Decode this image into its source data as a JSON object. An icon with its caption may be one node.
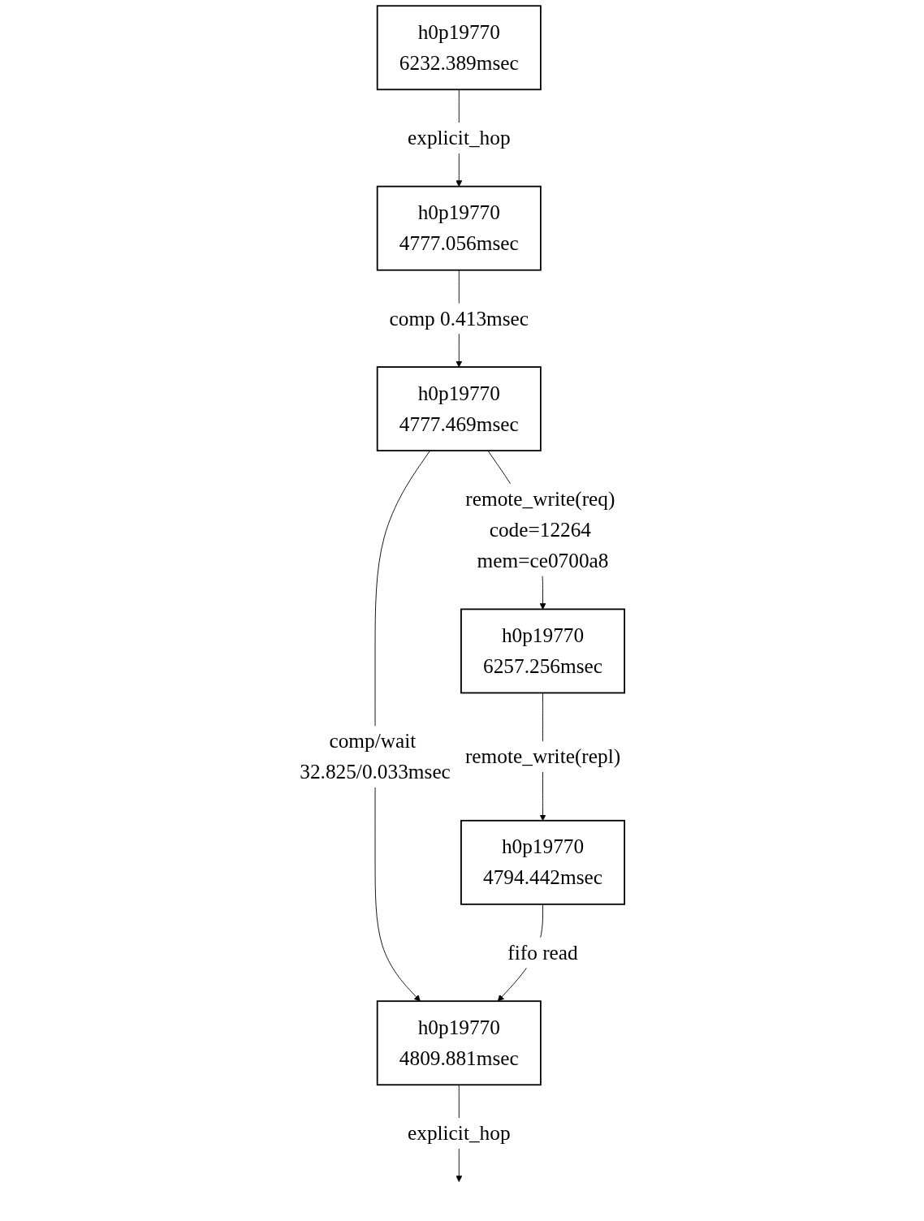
{
  "diagram": {
    "nodes": [
      {
        "text": [
          "h0p19770",
          "6232.389msec"
        ]
      },
      {
        "text": [
          "h0p19770",
          "4777.056msec"
        ]
      },
      {
        "text": [
          "h0p19770",
          "4777.469msec"
        ]
      },
      {
        "text": [
          "h0p19770",
          "6257.256msec"
        ]
      },
      {
        "text": [
          "h0p19770",
          "4794.442msec"
        ]
      },
      {
        "text": [
          "h0p19770",
          "4809.881msec"
        ]
      }
    ],
    "edges": [
      {
        "from": 0,
        "to": 1,
        "arrow": "to",
        "label": "explicit_hop"
      },
      {
        "from": 1,
        "to": 2,
        "arrow": "to",
        "label": "comp 0.413msec"
      },
      {
        "from": 2,
        "to": 3,
        "arrow": "to",
        "label": "remote_write(req) code=12264 mem=ce0700a8"
      },
      {
        "from": 2,
        "to": 5,
        "arrow": "to",
        "label": "comp/wait 32.825/0.033msec"
      },
      {
        "from": 3,
        "to": 4,
        "arrow": "to",
        "label": "remote_write(repl)"
      },
      {
        "from": 4,
        "to": 5,
        "arrow": "to",
        "label": "fifo read"
      },
      {
        "from": 5,
        "to": null,
        "arrow": "to",
        "label": "explicit_hop"
      }
    ]
  }
}
